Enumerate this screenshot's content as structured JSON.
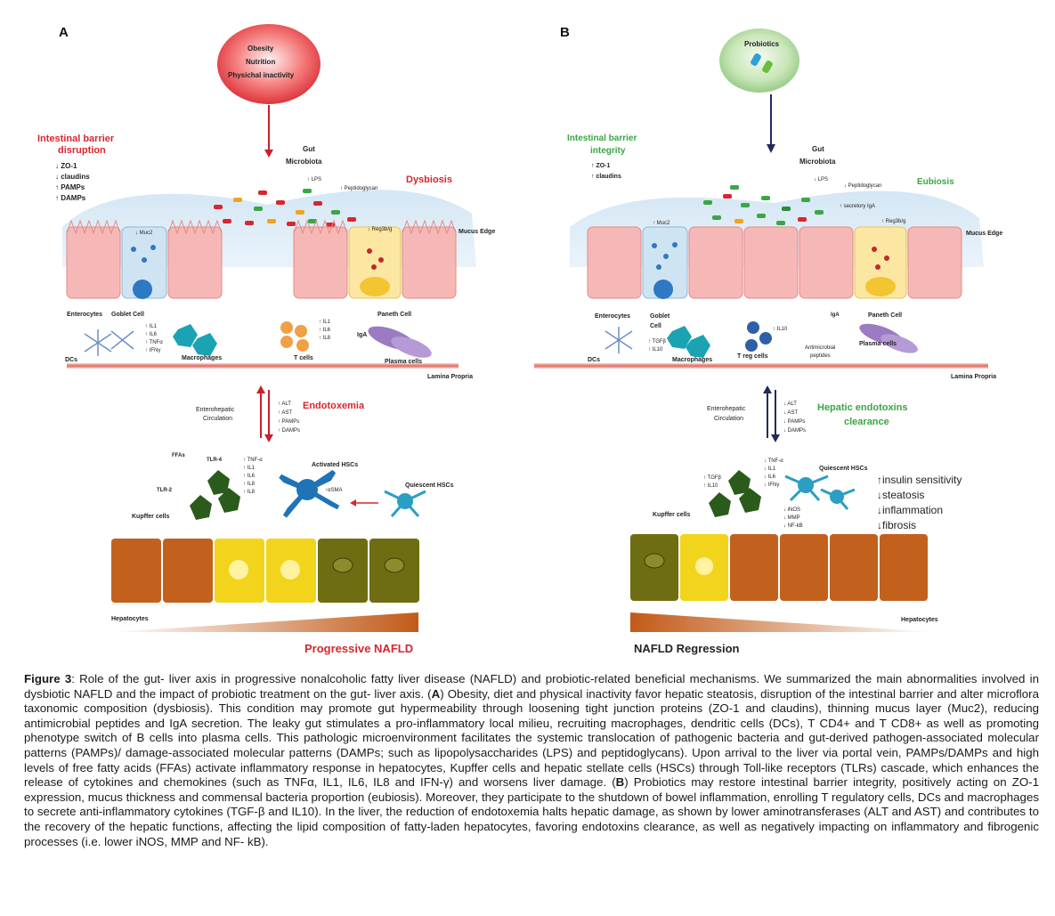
{
  "panelA": {
    "letter": "A",
    "cause_lines": [
      "Obesity",
      "Nutrition",
      "Physichal inactivity"
    ],
    "barrier_title": [
      "Intestinal barrier",
      "disruption"
    ],
    "barrier_items": [
      "↓ ZO-1",
      "↓ claudins",
      "↑ PAMPs",
      "↑ DAMPs"
    ],
    "gut_microbiota": [
      "Gut",
      "Microbiota"
    ],
    "lps_label": "↑ LPS",
    "peptido_label": "↑ Peptidoglycan",
    "dysbiosis": "Dysbiosis",
    "muc2": "↓ Muc2",
    "reg": "↓ Reg3b/g",
    "mucus_edge": "Mucus Edge",
    "enterocytes": "Enterocytes",
    "goblet": "Goblet Cell",
    "paneth": "Paneth Cell",
    "dc_cyto": [
      "↑ IL1",
      "↑ IL6",
      "↑ TNFα",
      "↑ IFNγ"
    ],
    "tcell_cyto": [
      "↑ IL1",
      "↑ IL6",
      "↑ IL8"
    ],
    "iga": "IgA",
    "dcs": "DCs",
    "macrophages": "Macrophages",
    "tcells": "T cells",
    "plasma": "Plasma cells",
    "lamina": "Lamina Propria",
    "entero_circ": [
      "Enterohepatic",
      "Circulation"
    ],
    "endo_markers": [
      "↑ ALT",
      "↑ AST",
      "↑ PAMPs",
      "↑ DAMPs"
    ],
    "endotoxemia": "Endotoxemia",
    "ffas": "FFAs",
    "tlr4": "TLR-4",
    "tlr2": "TLR-2",
    "kupffer_cyto": [
      "↑ TNF-α",
      "↑ IL1",
      "↑ IL6",
      "↑ IL8",
      "↑ IL8"
    ],
    "activated_hscs": "Activated HSCs",
    "asma": "↑αSMA",
    "quiescent_hscs": "Quiescent HSCs",
    "kupffer": "Kupffer cells",
    "hepatocytes": "Hepatocytes",
    "progressive": "Progressive NAFLD"
  },
  "panelB": {
    "letter": "B",
    "probiotics": "Probiotics",
    "barrier_title": [
      "Intestinal barrier",
      "integrity"
    ],
    "barrier_items": [
      "↑ ZO-1",
      "↑ claudins"
    ],
    "gut_microbiota": [
      "Gut",
      "Microbiota"
    ],
    "lps_label": "↓ LPS",
    "peptido_label": "↓ Peptidoglycan",
    "secretory": "↑ secretory IgA",
    "eubiosis": "Eubiosis",
    "muc2": "↑ Muc2",
    "reg": "↑ Reg3b/g",
    "mucus_edge": "Mucus Edge",
    "enterocytes": "Enterocytes",
    "goblet": [
      "Goblet",
      "Cell"
    ],
    "paneth": "Paneth Cell",
    "iga": "IgA",
    "dc_cyto": [
      "↑ TGFβ",
      "↑ IL10"
    ],
    "treg_cyto": "↑ IL10",
    "dcs": "DCs",
    "macrophages": "Macrophages",
    "treg": "T reg cells",
    "antimicrobial": [
      "Antimicrobial",
      "peptides"
    ],
    "plasma": "Plasma cells",
    "lamina": "Lamina Propria",
    "entero_circ": [
      "Enterohepatic",
      "Circulation"
    ],
    "endo_markers": [
      "↓ ALT",
      "↓ AST",
      "↓ PAMPs",
      "↓ DAMPs"
    ],
    "clearance": [
      "Hepatic endotoxins",
      "clearance"
    ],
    "kupffer_cyto": [
      "↑ TGFβ",
      "↑ IL10"
    ],
    "kupffer_down": [
      "↓ TNF-α",
      "↓ IL1",
      "↓ IL6",
      "↓ IFNγ"
    ],
    "hsc_down": [
      "↓ iNOS",
      "↓ MMP",
      "↓ NF-kB"
    ],
    "quiescent_hscs": "Quiescent HSCs",
    "kupffer": "Kupffer cells",
    "effects": [
      "↑insulin sensitivity",
      "↓steatosis",
      "↓inflammation",
      "↓fibrosis"
    ],
    "hepatocytes": "Hepatocytes",
    "regression": "NAFLD Regression"
  },
  "caption": {
    "label": "Figure 3",
    "text_1": ": Role of the gut- liver axis in progressive nonalcoholic fatty liver disease (NAFLD) and probiotic-related beneficial mechanisms. We summarized the main abnormalities involved in dysbiotic NAFLD and the impact of probiotic treatment on the gut- liver axis. (",
    "a": "A",
    "text_2": ") Obesity, diet and physical inactivity favor hepatic steatosis, disruption of the intestinal barrier and alter microflora taxonomic composition (dysbiosis). This condition may promote gut hypermeability through loosening tight junction proteins (ZO-1 and claudins), thinning mucus layer (Muc2), reducing antimicrobial peptides and IgA secretion. The leaky gut stimulates a pro-inflammatory local milieu, recruiting macrophages, dendritic cells (DCs), T CD4+ and T CD8+ as well as promoting phenotype switch of B cells into plasma cells. This pathologic microenvironment facilitates the systemic translocation of pathogenic bacteria and gut-derived pathogen-associated molecular patterns (PAMPs)/ damage-associated molecular patterns (DAMPs; such as lipopolysaccharides (LPS) and peptidoglycans). Upon arrival to the liver via portal vein, PAMPs/DAMPs and high levels of free fatty acids (FFAs) activate inflammatory response in hepatocytes, Kupffer cells and hepatic stellate cells (HSCs) through Toll-like receptors (TLRs) cascade, which enhances the release of cytokines and chemokines (such as TNFα, IL1, IL6, IL8 and IFN-γ) and worsens liver damage. (",
    "b": "B",
    "text_3": ") Probiotics may restore intestinal barrier integrity, positively acting on ZO-1 expression, mucus thickness and commensal bacteria proportion (eubiosis). Moreover, they participate to the shutdown of bowel inflammation, enrolling T regulatory cells, DCs and macrophages to secrete anti-inflammatory cytokines (TGF-β and IL10). In the liver, the reduction of endotoxemia halts hepatic damage, as shown by lower aminotransferases (ALT and AST) and contributes to the recovery of the hepatic functions, affecting the lipid composition of fatty-laden hepatocytes, favoring endotoxins clearance, as well as negatively impacting on inflammatory and fibrogenic processes (i.e. lower iNOS, MMP and NF- kB)."
  }
}
